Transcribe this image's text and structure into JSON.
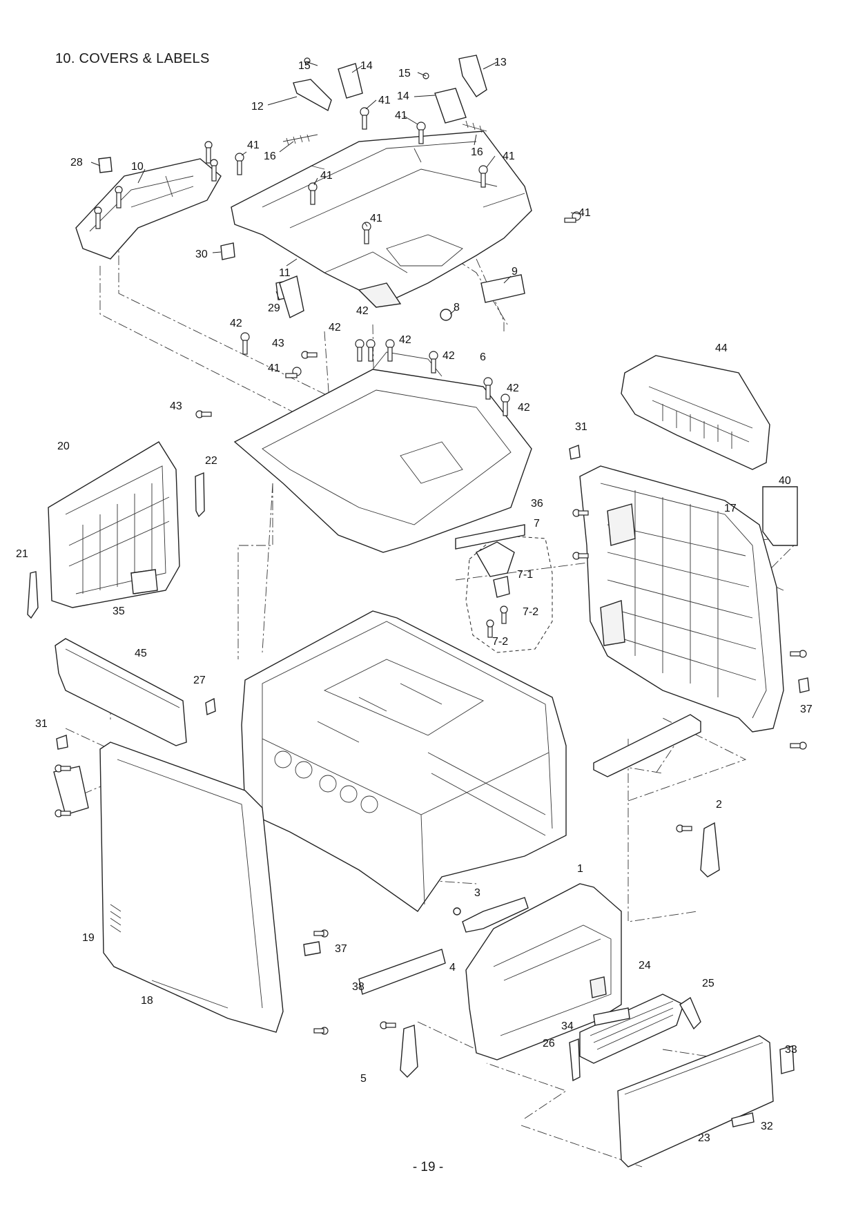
{
  "page": {
    "title": "10. COVERS & LABELS",
    "page_number": "- 19 -"
  },
  "callouts": [
    {
      "id": "c15a",
      "label": "15"
    },
    {
      "id": "c14a",
      "label": "14"
    },
    {
      "id": "c15b",
      "label": "15"
    },
    {
      "id": "c13",
      "label": "13"
    },
    {
      "id": "c12",
      "label": "12"
    },
    {
      "id": "c41a",
      "label": "41"
    },
    {
      "id": "c14b",
      "label": "14"
    },
    {
      "id": "c41b",
      "label": "41"
    },
    {
      "id": "c16a",
      "label": "16"
    },
    {
      "id": "c16b",
      "label": "16"
    },
    {
      "id": "c41c",
      "label": "41"
    },
    {
      "id": "c41d",
      "label": "41"
    },
    {
      "id": "c28",
      "label": "28"
    },
    {
      "id": "c10",
      "label": "10"
    },
    {
      "id": "c41e",
      "label": "41"
    },
    {
      "id": "c41f",
      "label": "41"
    },
    {
      "id": "c41g",
      "label": "41"
    },
    {
      "id": "c30",
      "label": "30"
    },
    {
      "id": "c11",
      "label": "11"
    },
    {
      "id": "c9",
      "label": "9"
    },
    {
      "id": "c29",
      "label": "29"
    },
    {
      "id": "c8",
      "label": "8"
    },
    {
      "id": "c42a",
      "label": "42"
    },
    {
      "id": "c42b",
      "label": "42"
    },
    {
      "id": "c42c",
      "label": "42"
    },
    {
      "id": "c42d",
      "label": "42"
    },
    {
      "id": "c43a",
      "label": "43"
    },
    {
      "id": "c42e",
      "label": "42"
    },
    {
      "id": "c6",
      "label": "6"
    },
    {
      "id": "c41h",
      "label": "41"
    },
    {
      "id": "c42f",
      "label": "42"
    },
    {
      "id": "c42g",
      "label": "42"
    },
    {
      "id": "c44",
      "label": "44"
    },
    {
      "id": "c43b",
      "label": "43"
    },
    {
      "id": "c31a",
      "label": "31"
    },
    {
      "id": "c20",
      "label": "20"
    },
    {
      "id": "c22",
      "label": "22"
    },
    {
      "id": "c40",
      "label": "40"
    },
    {
      "id": "c17",
      "label": "17"
    },
    {
      "id": "c36",
      "label": "36"
    },
    {
      "id": "c7",
      "label": "7"
    },
    {
      "id": "c21",
      "label": "21"
    },
    {
      "id": "c7-1",
      "label": "7-1"
    },
    {
      "id": "c35",
      "label": "35"
    },
    {
      "id": "c7-2a",
      "label": "7-2"
    },
    {
      "id": "c7-2b",
      "label": "7-2"
    },
    {
      "id": "c45",
      "label": "45"
    },
    {
      "id": "c27",
      "label": "27"
    },
    {
      "id": "c37a",
      "label": "37"
    },
    {
      "id": "c31b",
      "label": "31"
    },
    {
      "id": "c2",
      "label": "2"
    },
    {
      "id": "c1",
      "label": "1"
    },
    {
      "id": "c3",
      "label": "3"
    },
    {
      "id": "c19",
      "label": "19"
    },
    {
      "id": "c37b",
      "label": "37"
    },
    {
      "id": "c24",
      "label": "24"
    },
    {
      "id": "c4",
      "label": "4"
    },
    {
      "id": "c25",
      "label": "25"
    },
    {
      "id": "c38",
      "label": "38"
    },
    {
      "id": "c18",
      "label": "18"
    },
    {
      "id": "c34",
      "label": "34"
    },
    {
      "id": "c26",
      "label": "26"
    },
    {
      "id": "c33",
      "label": "33"
    },
    {
      "id": "c5",
      "label": "5"
    },
    {
      "id": "c32",
      "label": "32"
    },
    {
      "id": "c23",
      "label": "23"
    }
  ]
}
